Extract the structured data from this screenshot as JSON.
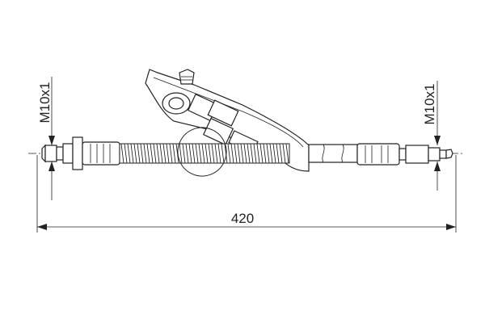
{
  "drawing": {
    "left_thread_label": "M10x1",
    "right_thread_label": "M10x1",
    "overall_length_label": "420",
    "line_color": "#222222",
    "background": "#ffffff"
  }
}
